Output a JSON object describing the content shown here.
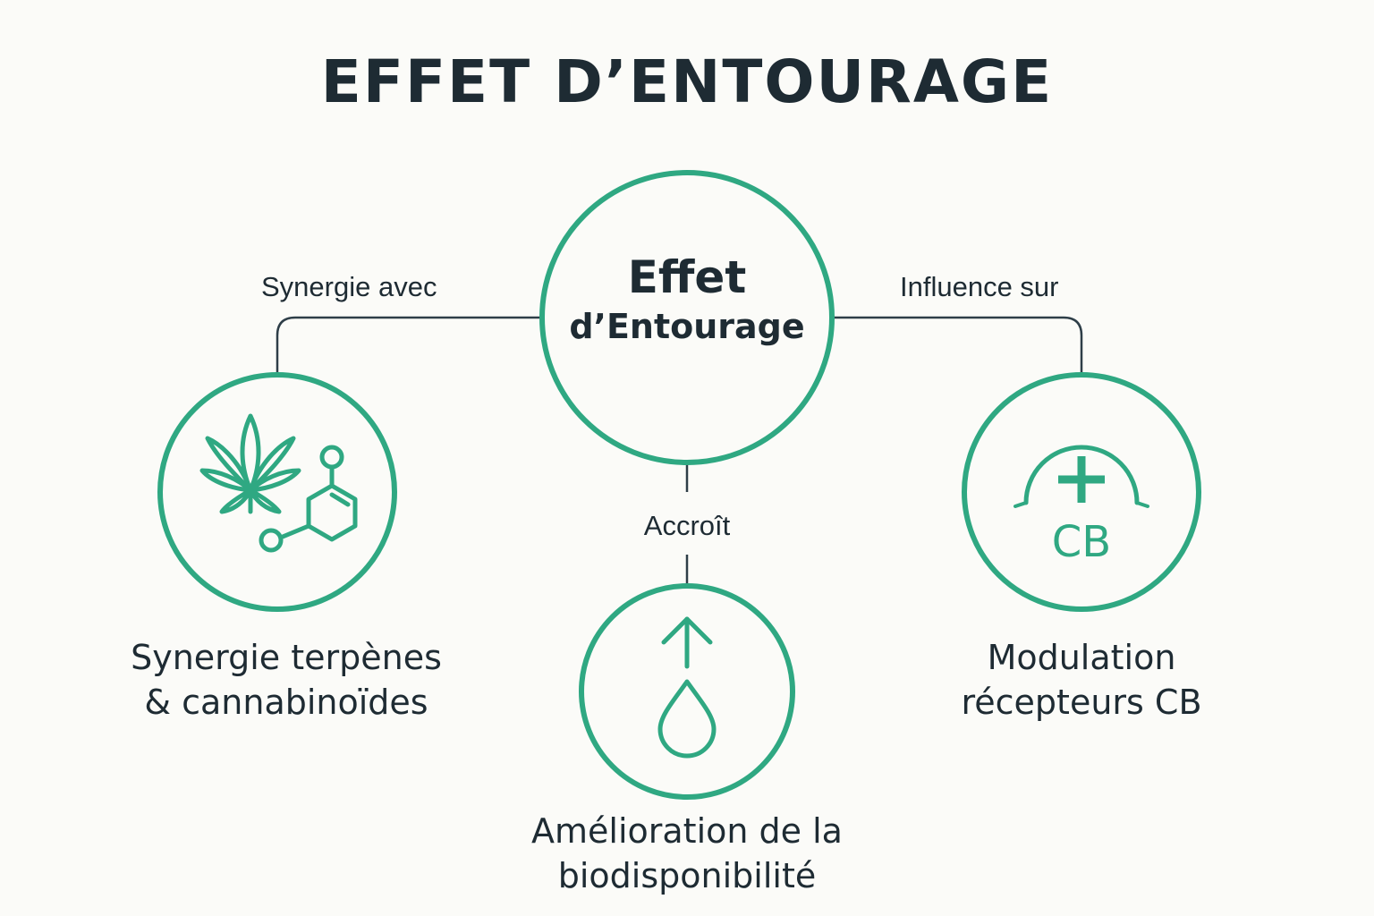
{
  "title": "EFFET D’ENTOURAGE",
  "center_node": {
    "line1": "Effet",
    "line2": "d’Entourage"
  },
  "edges": {
    "left": "Synergie avec",
    "right": "Influence sur",
    "bottom": "Accroît"
  },
  "nodes": {
    "left": {
      "line1": "Synergie terpènes",
      "line2": "& cannabinoïdes",
      "icon": "cannabis-leaf-molecule-icon"
    },
    "right": {
      "line1": "Modulation",
      "line2": "récepteurs CB",
      "icon": "cb-receptor-icon",
      "icon_text": "CB"
    },
    "bottom": {
      "line1": "Amélioration de la",
      "line2": "biodisponibilité",
      "icon": "drop-arrow-up-icon"
    }
  },
  "colors": {
    "accent": "#2fa882",
    "text": "#1e2b33",
    "connector": "#2e3e48",
    "background": "#fbfbf8"
  }
}
